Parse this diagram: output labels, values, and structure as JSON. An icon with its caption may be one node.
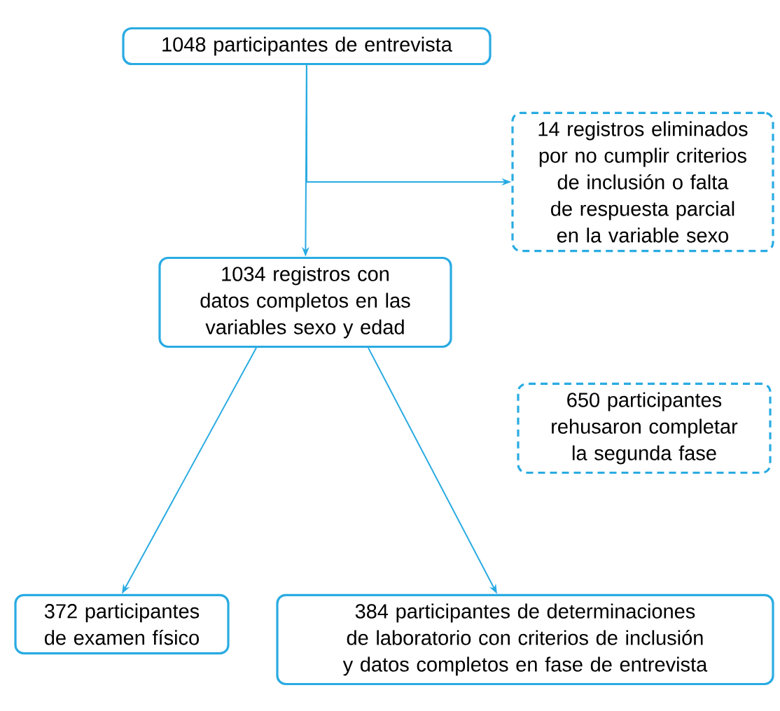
{
  "diagram": {
    "nodes": [
      {
        "text": [
          "1048 participantes de entrevista"
        ]
      },
      {
        "text": [
          "14 registros eliminados por no cumplir criterios de inclusión o falta de respuesta parcial en la variable sexo"
        ]
      },
      {
        "text": [
          "1034 registros con datos completos en las variables sexo y edad"
        ]
      },
      {
        "text": [
          "650 participantes rehusaron completar la segunda fase"
        ]
      },
      {
        "text": [
          "372 participantes de examen físico"
        ]
      },
      {
        "text": [
          "384 participantes de determinaciones de laboratorio con criterios de inclusión y datos completos en fase de entrevista"
        ]
      }
    ],
    "edges": [
      {
        "from": 0,
        "to": 2,
        "arrow": "to"
      },
      {
        "from": 0,
        "to": 1,
        "arrow": "to"
      },
      {
        "from": 2,
        "to": 4,
        "arrow": "to"
      },
      {
        "from": 2,
        "to": 5,
        "arrow": "to"
      }
    ]
  }
}
